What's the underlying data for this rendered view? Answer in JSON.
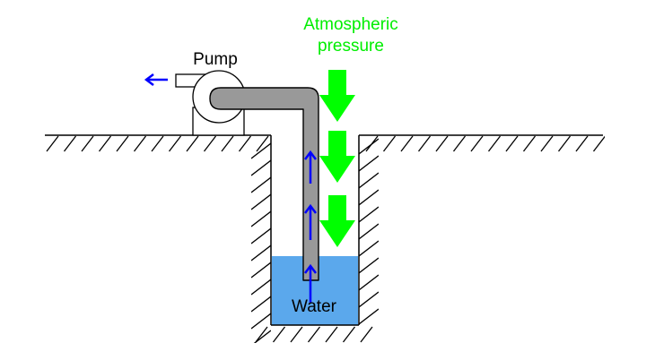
{
  "diagram": {
    "title": "Pump drawing water from a well by atmospheric pressure",
    "labels": {
      "pump": "Pump",
      "atmospheric_line1": "Atmospheric",
      "atmospheric_line2": "pressure",
      "water": "Water"
    },
    "colors": {
      "pressure_arrow": "#00ff00",
      "pressure_text": "#00ee00",
      "flow_arrow": "#0000ff",
      "pipe_fill": "#999999",
      "water_fill": "#5ba8ec",
      "outline": "#000000",
      "text": "#000000"
    },
    "icons": {
      "discharge_arrow": "arrow-left-icon",
      "flow_arrows": "arrow-up-icon",
      "pressure_arrows": "arrow-down-icon"
    },
    "pressure_arrow_count": 3,
    "flow_arrow_count": 3
  }
}
